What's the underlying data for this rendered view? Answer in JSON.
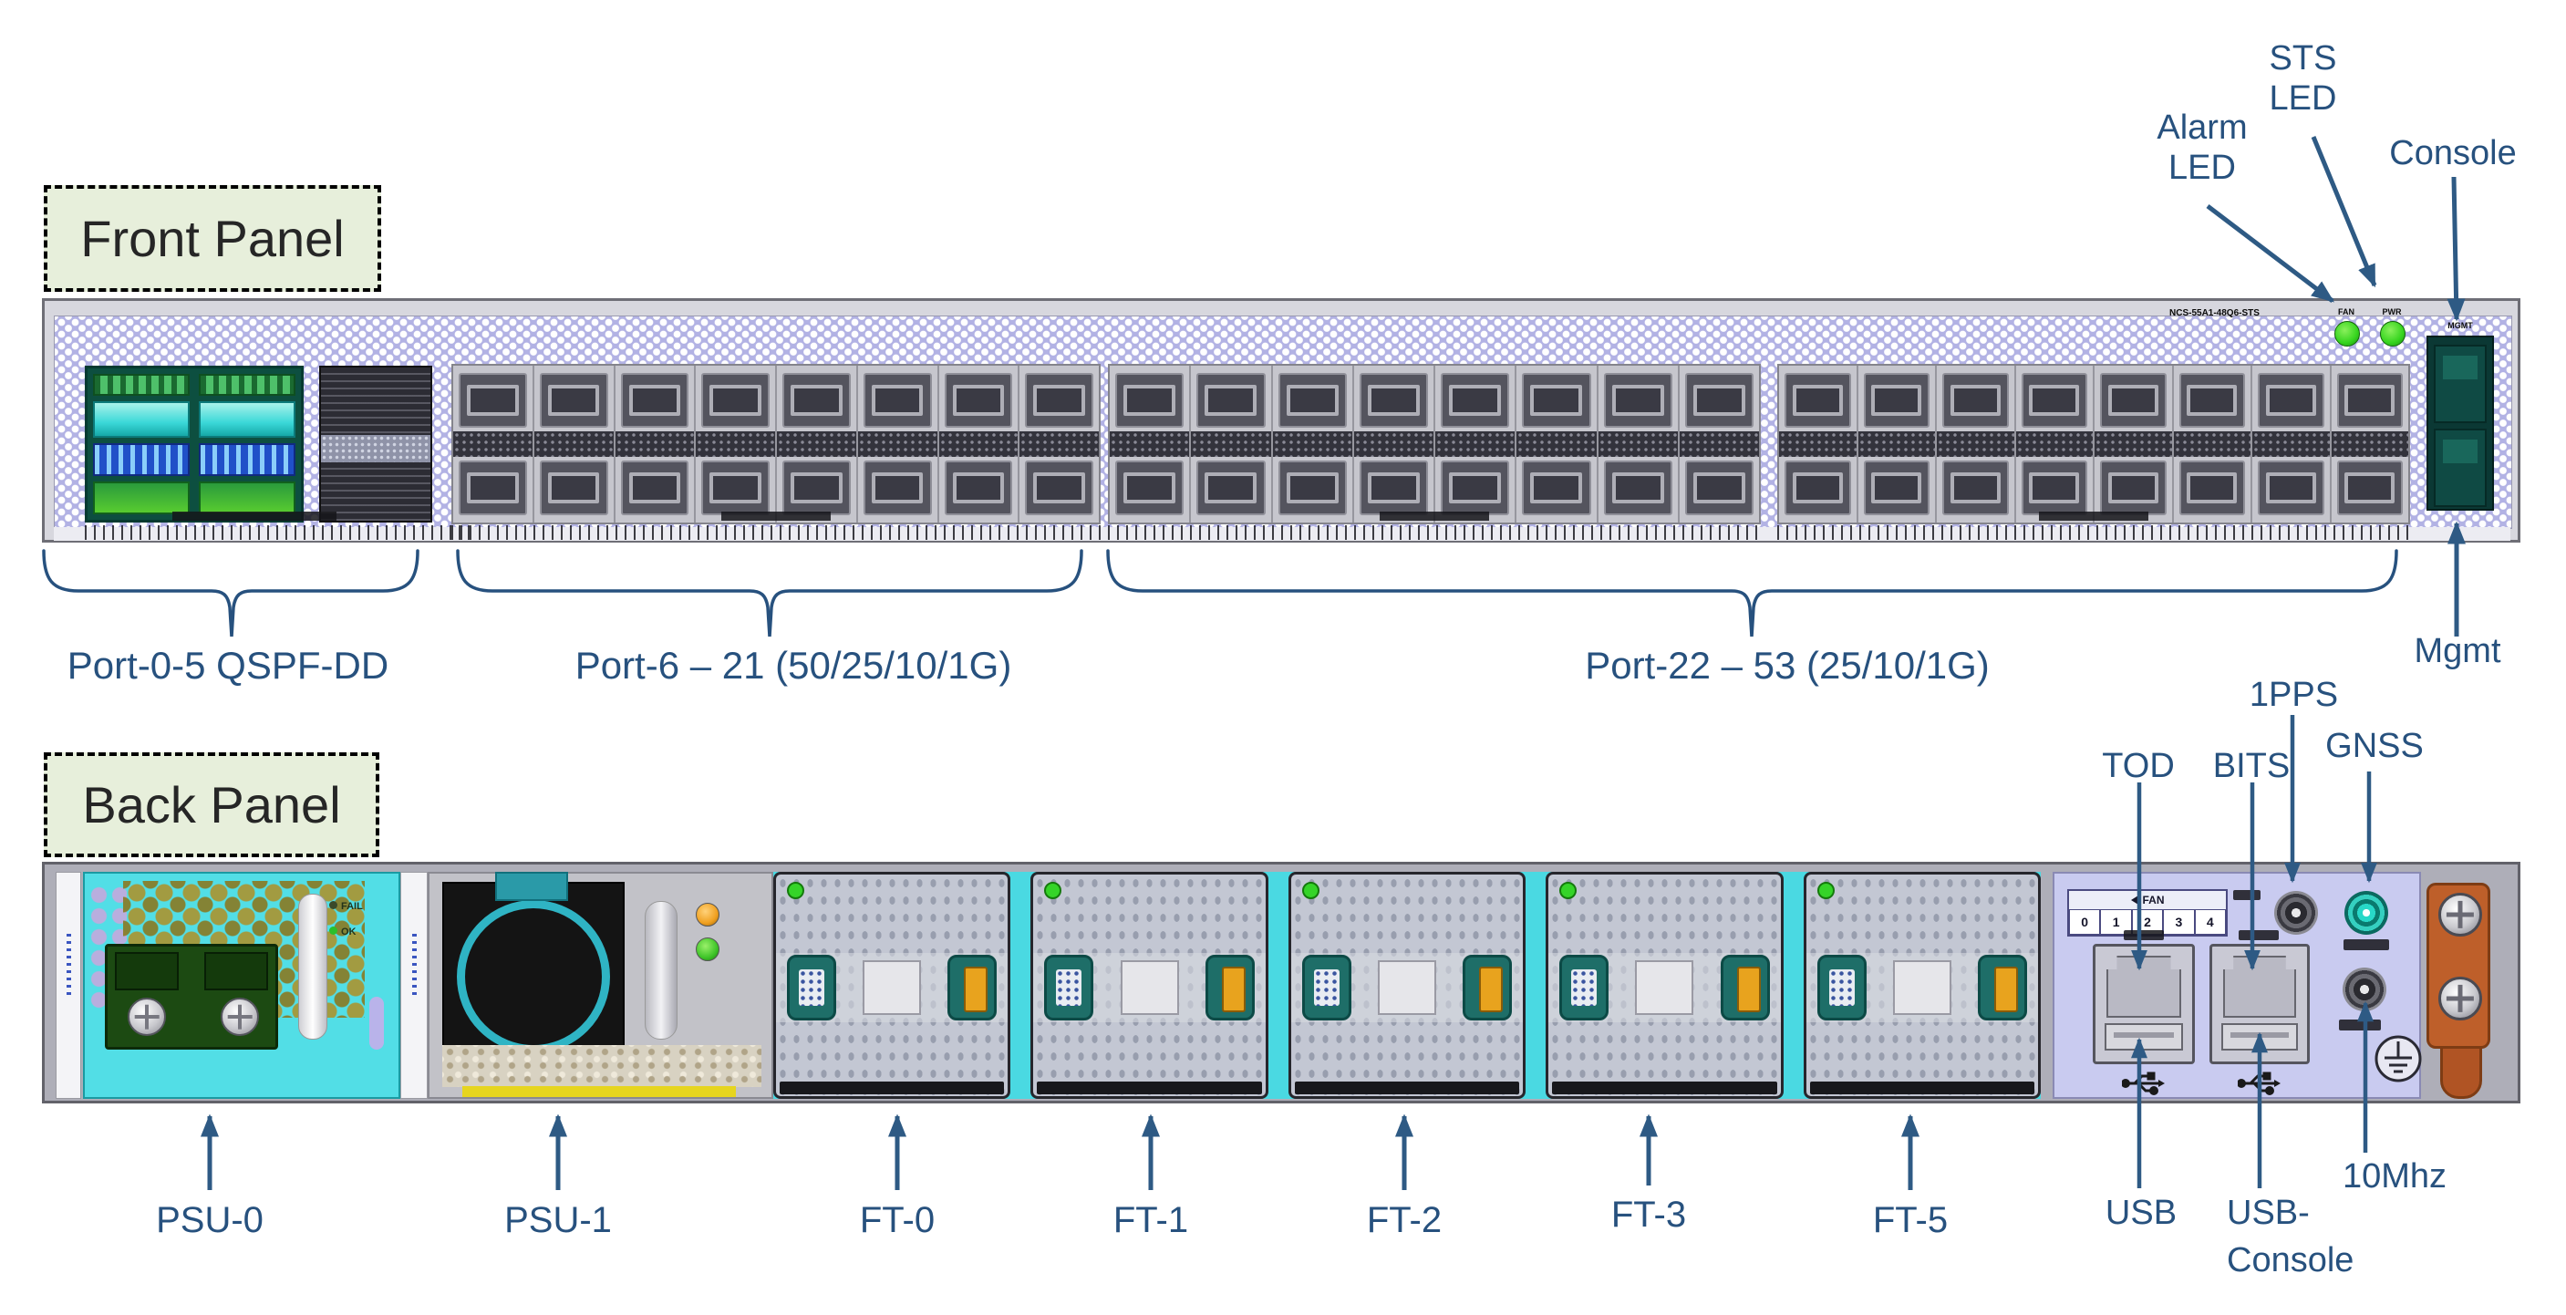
{
  "front": {
    "section_label": "Front Panel",
    "model_text": "NCS-55A1-48Q6-STS",
    "fan_led_label": "FAN",
    "pwr_led_label": "PWR",
    "mgmt_port_label": "MGMT",
    "callouts": {
      "alarm": "Alarm LED",
      "sts": "STS LED",
      "console": "Console",
      "mgmt": "Mgmt"
    },
    "port_groups": [
      {
        "label": "Port-0-5 QSPF-DD"
      },
      {
        "label": "Port-6 – 21 (50/25/10/1G)"
      },
      {
        "label": "Port-22 – 53 (25/10/1G)"
      }
    ],
    "layout": {
      "qsfp_columns": 2,
      "sfp_blocks": [
        8,
        8,
        8
      ]
    }
  },
  "back": {
    "section_label": "Back Panel",
    "psu0": {
      "fail_label": "FAIL",
      "ok_label": "OK"
    },
    "fan_indicator": {
      "label": "FAN",
      "cells": [
        "0",
        "1",
        "2",
        "3",
        "4"
      ]
    },
    "fan_tray_count": 5,
    "module_labels": [
      {
        "label": "PSU-0"
      },
      {
        "label": "PSU-1"
      },
      {
        "label": "FT-0"
      },
      {
        "label": "FT-1"
      },
      {
        "label": "FT-2"
      },
      {
        "label": "FT-3"
      },
      {
        "label": "FT-5"
      }
    ],
    "callouts": {
      "tod": "TOD",
      "bits": "BITS",
      "pps": "1PPS",
      "gnss": "GNSS",
      "mhz": "10Mhz",
      "usb": "USB",
      "usb_console_line1": "USB-",
      "usb_console_line2": "Console"
    }
  },
  "colors": {
    "callout_text": "#27517E",
    "arrow": "#2E5A84",
    "section_label_bg": "#E7EFDB",
    "led_green": "#3FD42C",
    "bay_cyan": "#4FD9E2",
    "bracket_orange": "#BE5F2A"
  }
}
